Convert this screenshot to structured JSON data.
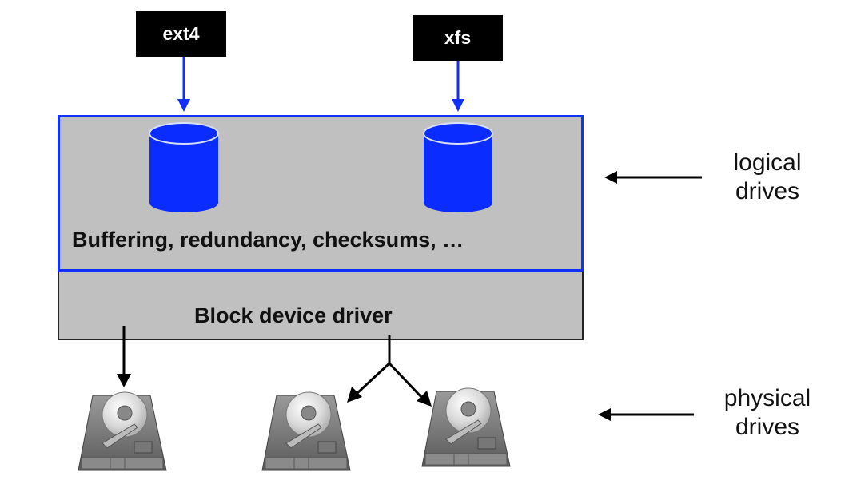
{
  "filesystems": [
    {
      "label": "ext4"
    },
    {
      "label": "xfs"
    }
  ],
  "logical_layer": {
    "text": "Buffering, redundancy, checksums, …",
    "volumes": [
      {
        "name": "logical-volume-ext4",
        "color": "#0a2cff"
      },
      {
        "name": "logical-volume-xfs",
        "color": "#0a2cff"
      }
    ]
  },
  "driver_layer": {
    "text": "Block device driver"
  },
  "side_labels": {
    "logical": {
      "line1": "logical",
      "line2": "drives"
    },
    "physical": {
      "line1": "physical",
      "line2": "drives"
    }
  },
  "physical_drives": [
    {
      "name": "hard-drive-1"
    },
    {
      "name": "hard-drive-2"
    },
    {
      "name": "hard-drive-3"
    }
  ],
  "colors": {
    "accent_blue": "#1030ff",
    "layer_gray": "#c0c0c0",
    "fs_box": "#000000"
  }
}
